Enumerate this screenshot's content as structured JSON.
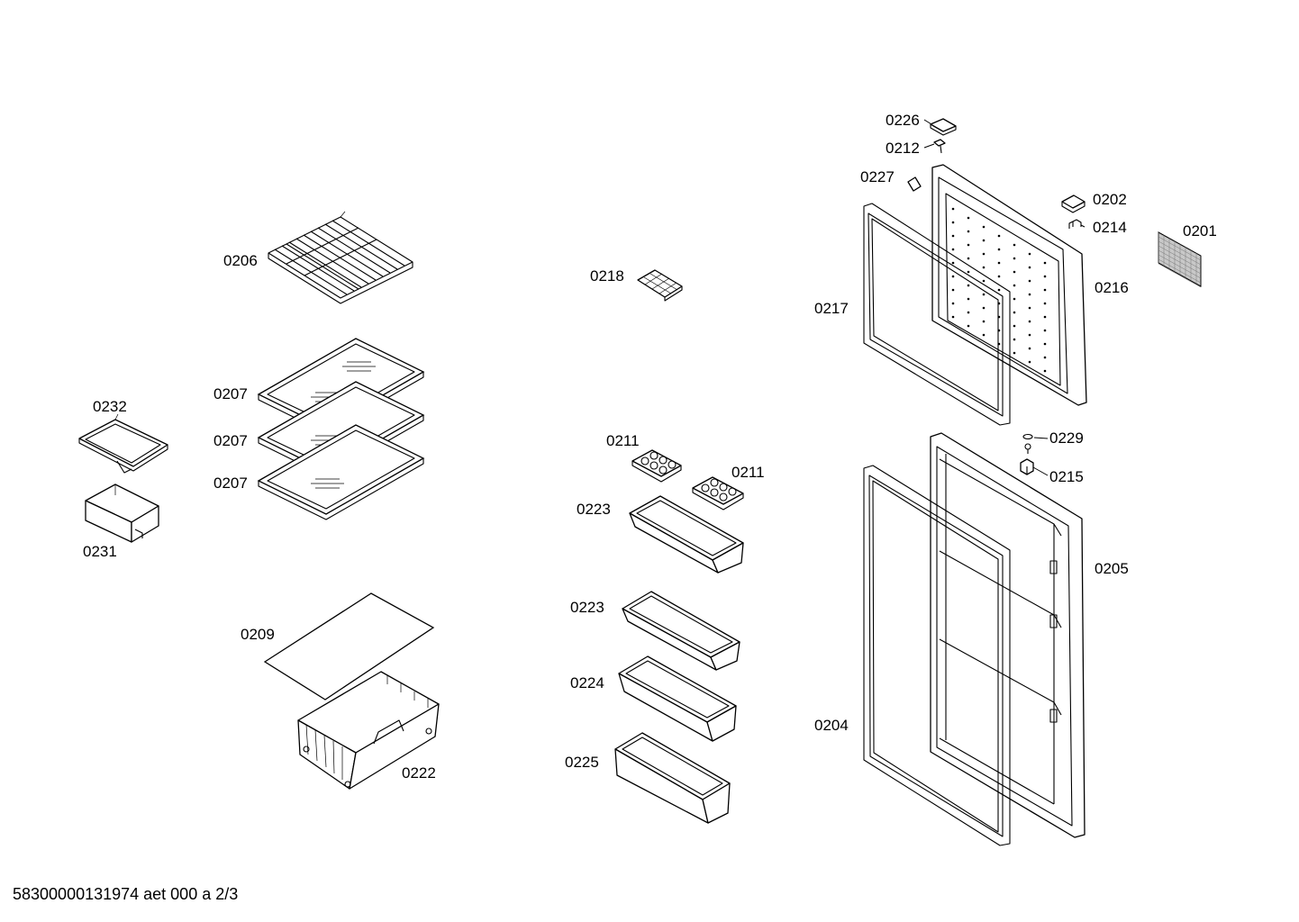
{
  "labels": {
    "p0201": "0201",
    "p0202": "0202",
    "p0204": "0204",
    "p0205": "0205",
    "p0206": "0206",
    "p0207a": "0207",
    "p0207b": "0207",
    "p0207c": "0207",
    "p0209": "0209",
    "p0211a": "0211",
    "p0211b": "0211",
    "p0212": "0212",
    "p0214": "0214",
    "p0215": "0215",
    "p0216": "0216",
    "p0217": "0217",
    "p0218": "0218",
    "p0222": "0222",
    "p0223a": "0223",
    "p0223b": "0223",
    "p0224": "0224",
    "p0225": "0225",
    "p0226": "0226",
    "p0227": "0227",
    "p0229": "0229",
    "p0231": "0231",
    "p0232": "0232"
  },
  "footer": "58300000131974 aet 000 a 2/3"
}
